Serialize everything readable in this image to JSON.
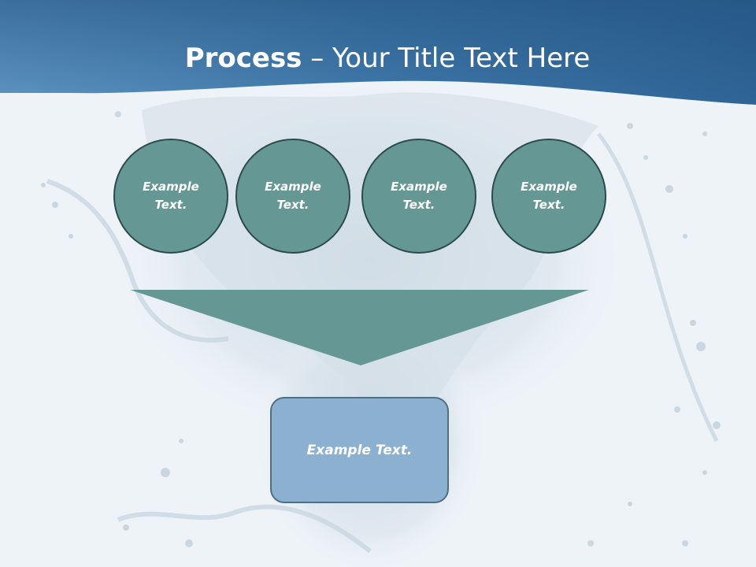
{
  "slide": {
    "title_bold": "Process",
    "title_rest": " – Your Title Text Here",
    "circles": [
      {
        "label": "Example Text."
      },
      {
        "label": "Example Text."
      },
      {
        "label": "Example Text."
      },
      {
        "label": "Example Text."
      }
    ],
    "result_box": {
      "label": "Example Text."
    }
  },
  "colors": {
    "header": "#3d7aaa",
    "circle_fill": "#659895",
    "circle_border": "#2c4b4e",
    "funnel_fill": "#659895",
    "box_fill": "#8cb0d0",
    "box_border": "#4f6f86",
    "background": "#eef3f8"
  }
}
